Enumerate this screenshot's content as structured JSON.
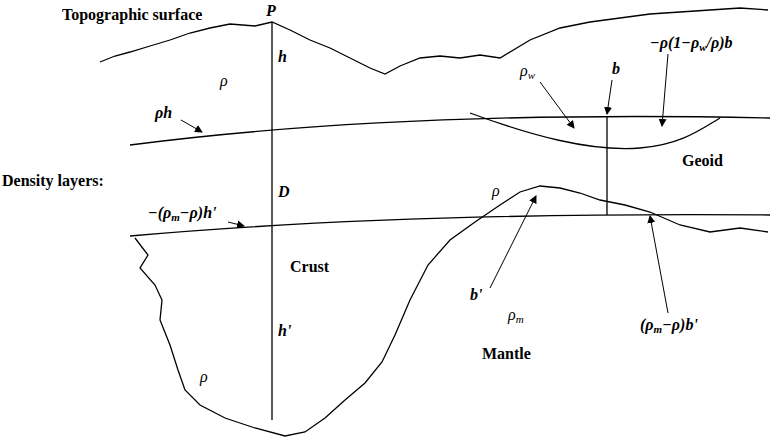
{
  "diagram": {
    "labels": [
      "Topographic surface",
      "P",
      "h",
      "ρ",
      "ρw",
      "b",
      "−ρ(1−ρw/ρ)b",
      "ρh",
      "Density layers:",
      "D",
      "ρ",
      "Geoid",
      "−(ρm−ρ)h'",
      "Crust",
      "b'",
      "(ρm−ρ)b'",
      "h'",
      "ρ",
      "ρm",
      "Mantle"
    ]
  }
}
